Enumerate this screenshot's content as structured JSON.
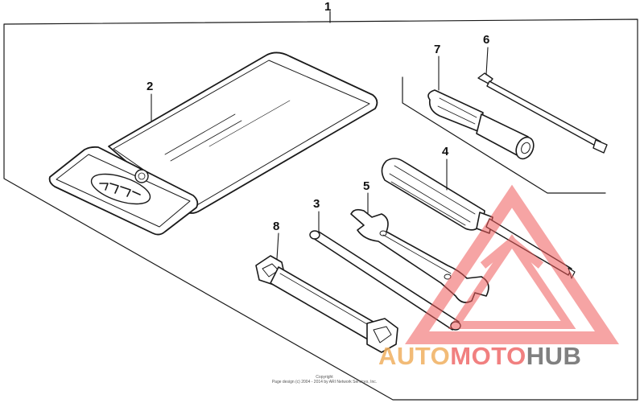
{
  "diagram": {
    "callouts": [
      "1",
      "2",
      "3",
      "4",
      "5",
      "6",
      "7",
      "8"
    ]
  },
  "copyright": {
    "line1": "Copyright",
    "line2": "Page design (c) 2004 - 2014 by ARI Network Services, Inc."
  },
  "watermark": {
    "part1": "AUTO",
    "part2": "MOTO",
    "part3": "HUB",
    "colors": {
      "auto": "#f0b060",
      "moto": "#ef6a6a",
      "hub": "#6a6a6a"
    }
  }
}
